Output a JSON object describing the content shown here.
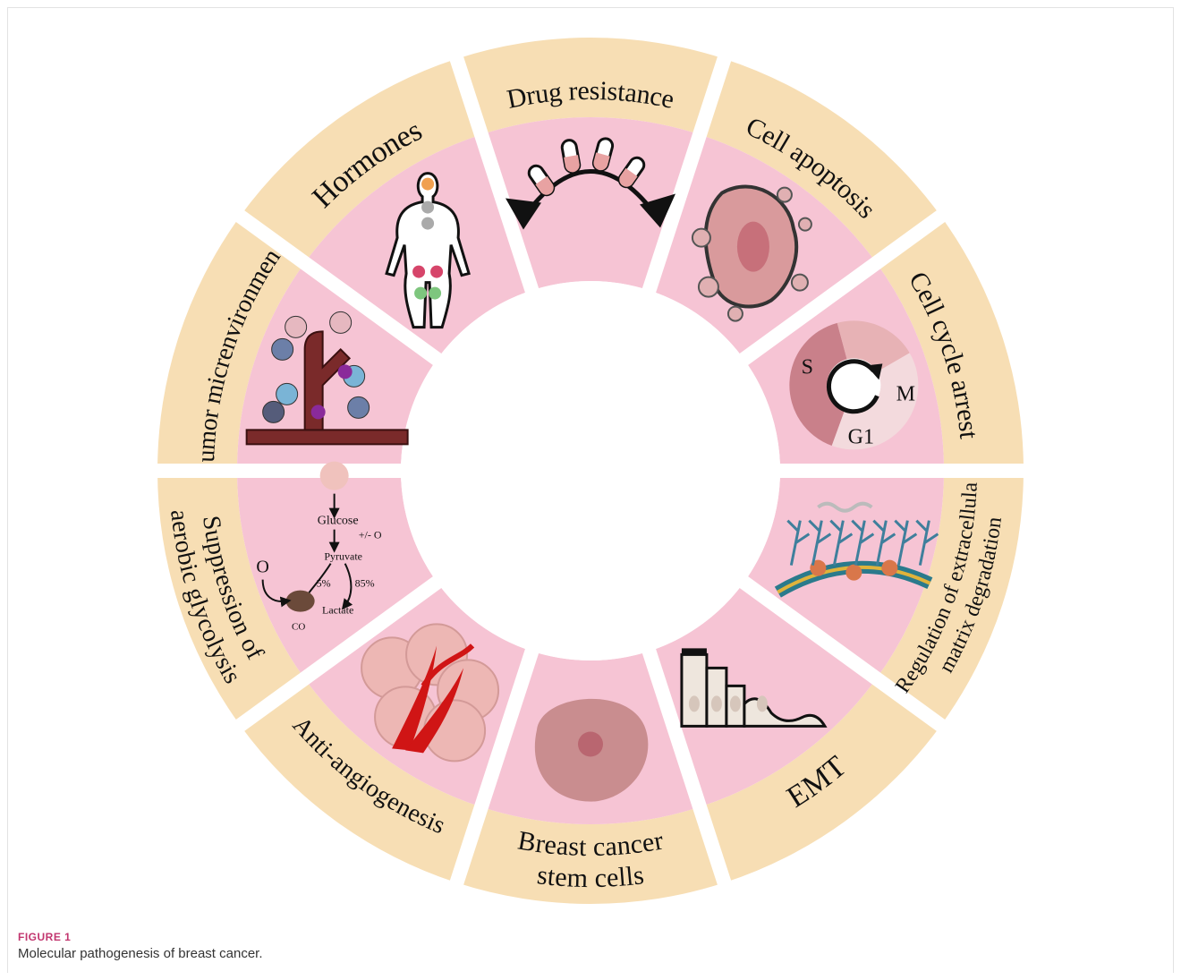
{
  "figure": {
    "label": "FIGURE 1",
    "caption": "Molecular pathogenesis of breast cancer."
  },
  "colors": {
    "outer_ring": "#f7deb4",
    "inner_ring": "#f6c4d4",
    "center": "#ffffff",
    "gap": "#ffffff"
  },
  "segments": [
    {
      "label": "Drug resistance",
      "icon": "pill-arc-icon"
    },
    {
      "label": "Cell apoptosis",
      "icon": "apoptotic-cell-icon"
    },
    {
      "label": "Cell cycle arrest",
      "icon": "cell-cycle-icon"
    },
    {
      "label": "Regulation of extracellular matrix degradation",
      "icon": "extracellular-matrix-icon"
    },
    {
      "label": "EMT",
      "icon": "emt-cells-icon"
    },
    {
      "label": "Breast cancer stem cells",
      "icon": "stem-cell-icon"
    },
    {
      "label": "Anti-angiogenesis",
      "icon": "angiogenesis-icon"
    },
    {
      "label": "Suppression of aerobic glycolysis",
      "icon": "glycolysis-pathway-icon"
    },
    {
      "label": "tumor micrenvironment",
      "icon": "tumor-vessel-icon"
    },
    {
      "label": "Hormones",
      "icon": "human-body-icon"
    }
  ],
  "cell_cycle": {
    "phases": [
      "S",
      "M",
      "G1"
    ]
  },
  "glycolysis": {
    "glucose": "Glucose",
    "oxygen_condition": "+/- O",
    "pyruvate": "Pyruvate",
    "percent_left": "5%",
    "percent_right": "85%",
    "lactate": "Lactate",
    "o2": "O",
    "co2": "CO"
  }
}
